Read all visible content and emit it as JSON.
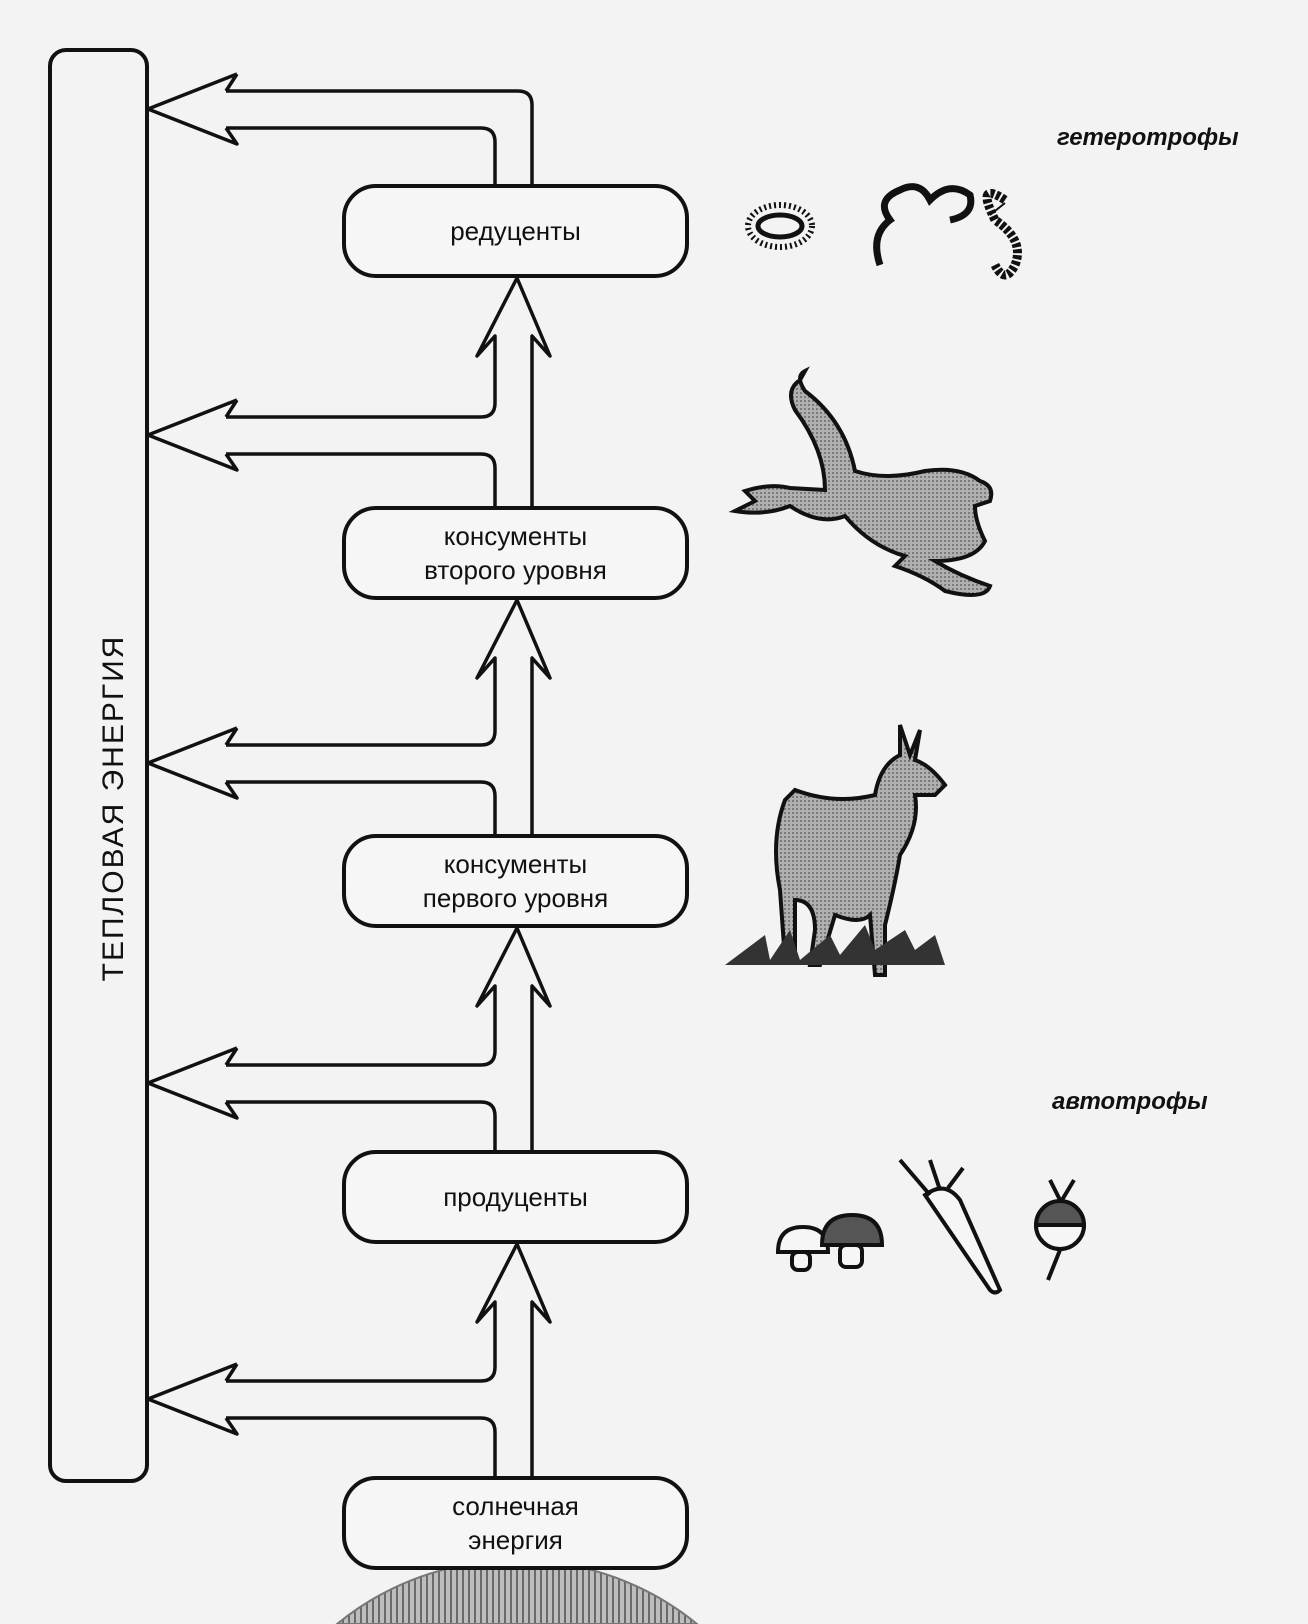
{
  "diagram": {
    "heat_bar_label": "ТЕПЛОВАЯ ЭНЕРГИЯ",
    "levels": [
      {
        "id": "reducers",
        "lines": [
          "редуценты"
        ]
      },
      {
        "id": "consumers-2",
        "lines": [
          "консументы",
          "второго уровня"
        ]
      },
      {
        "id": "consumers-1",
        "lines": [
          "консументы",
          "первого уровня"
        ]
      },
      {
        "id": "producers",
        "lines": [
          "продуценты"
        ]
      },
      {
        "id": "solar",
        "lines": [
          "солнечная",
          "энергия"
        ]
      }
    ],
    "groups": {
      "heterotrophs": "гетеротрофы",
      "autotrophs": "автотрофы"
    },
    "illustrations": [
      "microbes-icon",
      "leopard-icon",
      "antelope-icon",
      "mushrooms-icon",
      "carrot-icon",
      "radish-icon",
      "sun-icon"
    ],
    "colors": {
      "ink": "#111111",
      "paper": "#f3f3f3",
      "fill": "#9a9a9a"
    }
  }
}
